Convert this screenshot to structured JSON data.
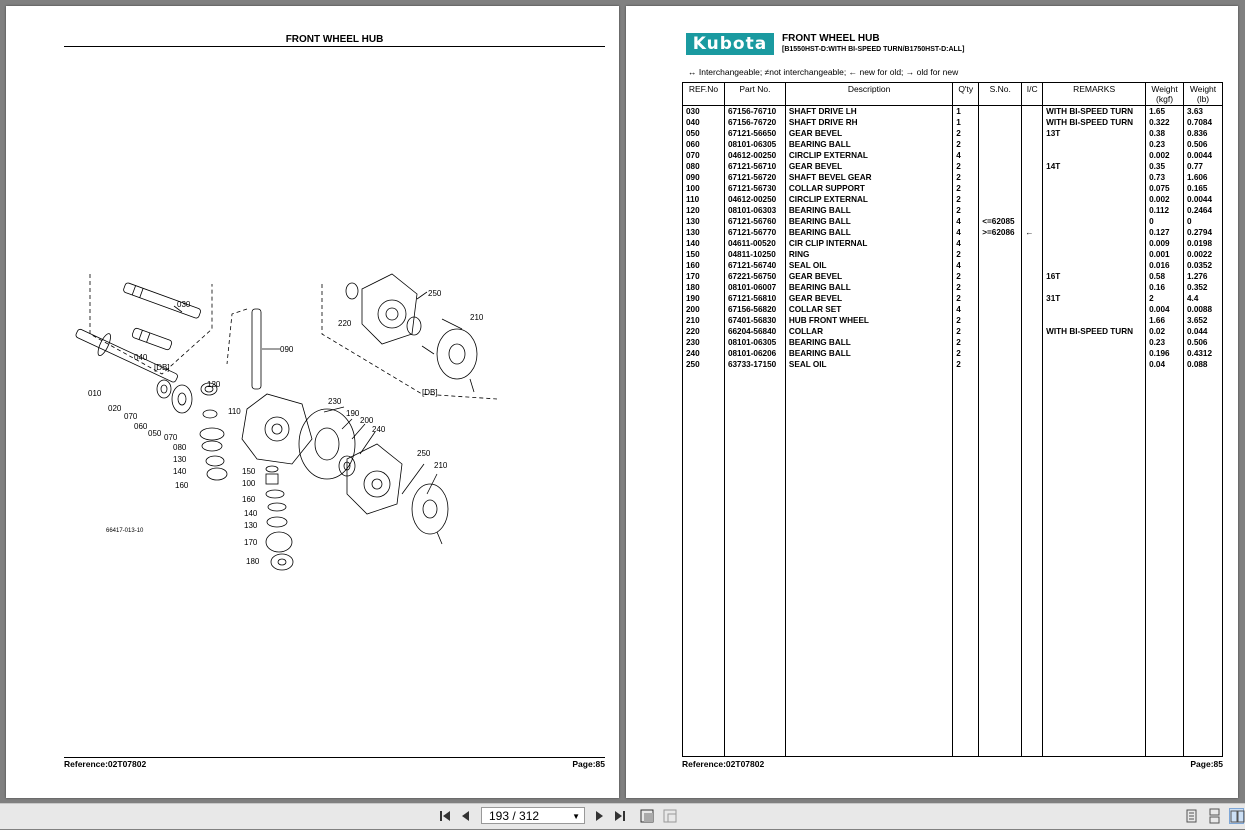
{
  "left_page": {
    "title": "FRONT WHEEL HUB",
    "reference": "Reference:02T07802",
    "page": "Page:85",
    "diagram_code": "66417-013-10",
    "callouts": [
      "030",
      "040",
      "[DB]",
      "010",
      "020",
      "070",
      "060",
      "050",
      "070",
      "080",
      "120",
      "110",
      "130",
      "140",
      "160",
      "090",
      "150",
      "100",
      "160",
      "140",
      "130",
      "170",
      "180",
      "230",
      "190",
      "200",
      "240",
      "250",
      "210",
      "220",
      "250",
      "210",
      "[DB]"
    ]
  },
  "right_page": {
    "logo": "Kubota",
    "title": "FRONT WHEEL HUB",
    "subtitle": "[B1550HST-D:WITH BI-SPEED TURN/B1750HST-D:ALL]",
    "legend": "↔ Interchangeable;   ≠not interchangeable;   ← new for old;   → old for new",
    "reference": "Reference:02T07802",
    "page": "Page:85",
    "columns": [
      "REF.No",
      "Part No.",
      "Description",
      "Q'ty",
      "S.No.",
      "I/C",
      "REMARKS",
      "Weight (kgf)",
      "Weight (lb)"
    ],
    "rows": [
      [
        "030",
        "67156-76710",
        "SHAFT DRIVE LH",
        "1",
        "",
        "",
        "WITH BI-SPEED TURN",
        "1.65",
        "3.63"
      ],
      [
        "040",
        "67156-76720",
        "SHAFT DRIVE RH",
        "1",
        "",
        "",
        "WITH BI-SPEED TURN",
        "0.322",
        "0.7084"
      ],
      [
        "050",
        "67121-56650",
        "GEAR BEVEL",
        "2",
        "",
        "",
        "13T",
        "0.38",
        "0.836"
      ],
      [
        "060",
        "08101-06305",
        "BEARING BALL",
        "2",
        "",
        "",
        "",
        "0.23",
        "0.506"
      ],
      [
        "070",
        "04612-00250",
        "CIRCLIP EXTERNAL",
        "4",
        "",
        "",
        "",
        "0.002",
        "0.0044"
      ],
      [
        "080",
        "67121-56710",
        "GEAR BEVEL",
        "2",
        "",
        "",
        "14T",
        "0.35",
        "0.77"
      ],
      [
        "090",
        "67121-56720",
        "SHAFT BEVEL GEAR",
        "2",
        "",
        "",
        "",
        "0.73",
        "1.606"
      ],
      [
        "100",
        "67121-56730",
        "COLLAR SUPPORT",
        "2",
        "",
        "",
        "",
        "0.075",
        "0.165"
      ],
      [
        "110",
        "04612-00250",
        "CIRCLIP EXTERNAL",
        "2",
        "",
        "",
        "",
        "0.002",
        "0.0044"
      ],
      [
        "120",
        "08101-06303",
        "BEARING BALL",
        "2",
        "",
        "",
        "",
        "0.112",
        "0.2464"
      ],
      [
        "130",
        "67121-56760",
        "BEARING BALL",
        "4",
        "<=62085",
        "",
        "",
        "0",
        "0"
      ],
      [
        "130",
        "67121-56770",
        "BEARING BALL",
        "4",
        ">=62086",
        "←",
        "",
        "0.127",
        "0.2794"
      ],
      [
        "140",
        "04611-00520",
        "CIR CLIP INTERNAL",
        "4",
        "",
        "",
        "",
        "0.009",
        "0.0198"
      ],
      [
        "150",
        "04811-10250",
        "RING",
        "2",
        "",
        "",
        "",
        "0.001",
        "0.0022"
      ],
      [
        "160",
        "67121-56740",
        "SEAL OIL",
        "4",
        "",
        "",
        "",
        "0.016",
        "0.0352"
      ],
      [
        "170",
        "67221-56750",
        "GEAR BEVEL",
        "2",
        "",
        "",
        "16T",
        "0.58",
        "1.276"
      ],
      [
        "180",
        "08101-06007",
        "BEARING BALL",
        "2",
        "",
        "",
        "",
        "0.16",
        "0.352"
      ],
      [
        "190",
        "67121-56810",
        "GEAR BEVEL",
        "2",
        "",
        "",
        "31T",
        "2",
        "4.4"
      ],
      [
        "200",
        "67156-56820",
        "COLLAR SET",
        "4",
        "",
        "",
        "",
        "0.004",
        "0.0088"
      ],
      [
        "210",
        "67401-56830",
        "HUB FRONT WHEEL",
        "2",
        "",
        "",
        "",
        "1.66",
        "3.652"
      ],
      [
        "220",
        "66204-56840",
        "COLLAR",
        "2",
        "",
        "",
        "WITH BI-SPEED TURN",
        "0.02",
        "0.044"
      ],
      [
        "230",
        "08101-06305",
        "BEARING BALL",
        "2",
        "",
        "",
        "",
        "0.23",
        "0.506"
      ],
      [
        "240",
        "08101-06206",
        "BEARING BALL",
        "2",
        "",
        "",
        "",
        "0.196",
        "0.4312"
      ],
      [
        "250",
        "63733-17150",
        "SEAL OIL",
        "2",
        "",
        "",
        "",
        "0.04",
        "0.088"
      ]
    ]
  },
  "toolbar": {
    "page_indicator": "193 / 312",
    "icons": [
      "first-page-icon",
      "prev-page-icon",
      "next-page-icon",
      "last-page-icon",
      "fit-width-icon",
      "fit-page-icon",
      "single-page-icon",
      "continuous-page-icon",
      "two-page-icon"
    ]
  }
}
